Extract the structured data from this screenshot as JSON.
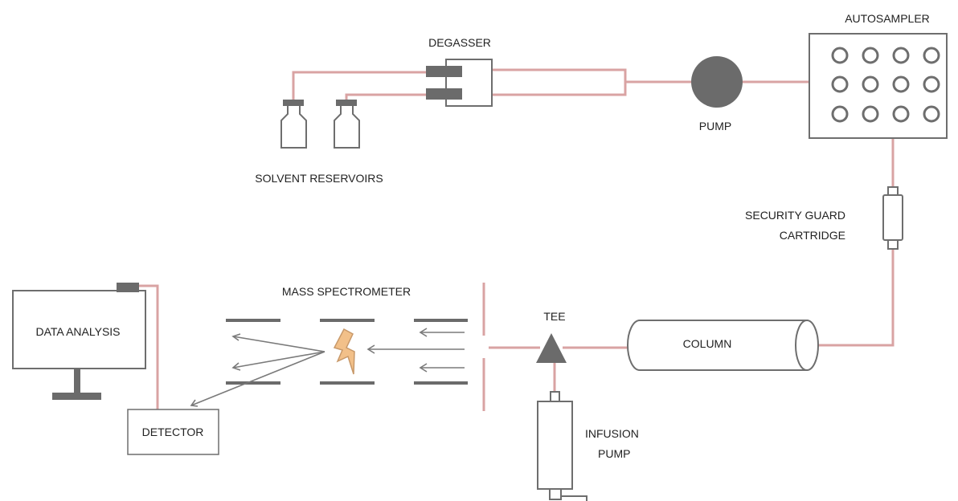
{
  "labels": {
    "degasser": "DEGASSER",
    "autosampler": "AUTOSAMPLER",
    "pump": "PUMP",
    "solvent_reservoirs": "SOLVENT RESERVOIRS",
    "security_guard_line1": "SECURITY GUARD",
    "security_guard_line2": "CARTRIDGE",
    "mass_spectrometer": "MASS SPECTROMETER",
    "data_analysis": "DATA ANALYSIS",
    "tee": "TEE",
    "column": "COLUMN",
    "detector": "DETECTOR",
    "infusion_line1": "INFUSION",
    "infusion_line2": "PUMP"
  },
  "colors": {
    "tubing": "#d9a3a3",
    "outline": "#6e6e6e",
    "fill_dark": "#6b6b6b",
    "lightning": "#f2c089",
    "lightning_stroke": "#c8996a",
    "label": "#222222"
  },
  "icons": [
    "solvent-bottle-icon",
    "pump-icon",
    "lightning-icon",
    "monitor-icon",
    "syringe-icon",
    "tee-icon"
  ]
}
